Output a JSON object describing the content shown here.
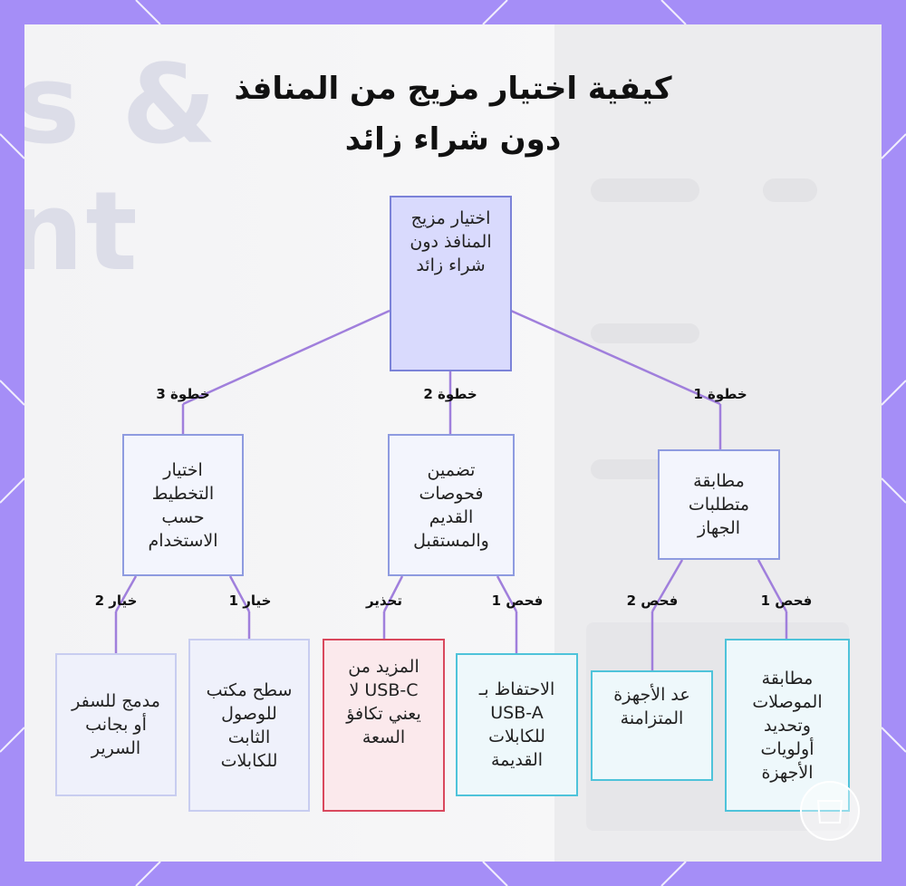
{
  "title": {
    "line1": "كيفية اختيار مزيج من المنافذ",
    "line2": "دون شراء زائد"
  },
  "watermark": {
    "line1": "s &",
    "line2": "nt"
  },
  "nodes": {
    "root": "اختيار مزيج المنافذ دون شراء زائد",
    "step3": "اختيار التخطيط حسب الاستخدام",
    "step2": "تضمين فحوصات القديم والمستقبل",
    "step1": "مطابقة متطلبات الجهاز",
    "opt2": "مدمج للسفر أو بجانب السرير",
    "opt1": "سطح مكتب للوصول الثابت للكابلات",
    "warning": "المزيد من USB-C لا يعني تكافؤ السعة",
    "check1_step2": "الاحتفاظ بـ USB-A للكابلات القديمة",
    "check2_step1": "عد الأجهزة المتزامنة",
    "check1_step1": "مطابقة الموصلات وتحديد أولويات الأجهزة"
  },
  "edge_labels": {
    "step3": "خطوة 3",
    "step2": "خطوة 2",
    "step1": "خطوة 1",
    "opt2": "خيار 2",
    "opt1": "خيار 1",
    "warning": "تحذير",
    "check1_step2": "فحص 1",
    "check2_step1": "فحص 2",
    "check1_step1": "فحص 1"
  },
  "colors": {
    "frame": "#a58ef7",
    "edge": "#a07fdc",
    "root_fill": "#d9dafd",
    "cyan_border": "#4ec3da",
    "red_border": "#d9485d"
  }
}
